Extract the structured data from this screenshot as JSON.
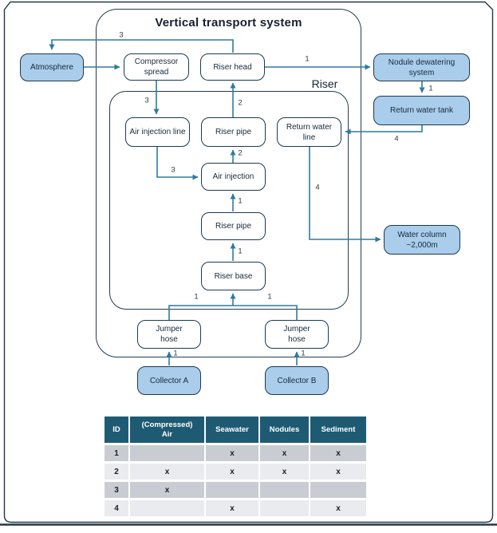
{
  "diagram": {
    "title": "Vertical transport system",
    "riser_label": "Riser",
    "nodes": {
      "atmosphere": "Atmosphere",
      "compressor_spread": "Compressor spread",
      "riser_head": "Riser head",
      "nodule_dewatering": "Nodule dewatering system",
      "return_water_tank": "Return water tank",
      "air_injection_line": "Air injection line",
      "riser_pipe_upper": "Riser pipe",
      "return_water_line": "Return water line",
      "air_injection": "Air injection",
      "riser_pipe_lower": "Riser pipe",
      "riser_base": "Riser base",
      "jumper_hose_a": "Jumper hose",
      "jumper_hose_b": "Jumper hose",
      "collector_a": "Collector A",
      "collector_b": "Collector B",
      "water_column": "Water column ~2,000m"
    },
    "edge_labels": {
      "riser_head_to_atmosphere": "3",
      "compressor_to_air_line": "3",
      "air_line_to_air_injection": "3",
      "riser_pipe_to_riser_head": "2",
      "air_injection_to_riser_pipe": "2",
      "riser_head_to_dewatering": "1",
      "dewatering_to_tank": "1",
      "tank_to_return_line": "4",
      "return_line_to_water_column": "4",
      "riser_pipe_lower_to_air_injection": "1",
      "riser_base_to_riser_pipe": "1",
      "jumper_a_to_riser_base": "1",
      "jumper_b_to_riser_base": "1",
      "collector_a_to_jumper": "1",
      "collector_b_to_jumper": "1"
    }
  },
  "table": {
    "headers": [
      "ID",
      "(Compressed) Air",
      "Seawater",
      "Nodules",
      "Sediment"
    ],
    "rows": [
      {
        "id": "1",
        "cells": [
          "",
          "x",
          "x",
          "x"
        ]
      },
      {
        "id": "2",
        "cells": [
          "x",
          "x",
          "x",
          "x"
        ]
      },
      {
        "id": "3",
        "cells": [
          "x",
          "",
          "",
          ""
        ]
      },
      {
        "id": "4",
        "cells": [
          "",
          "x",
          "",
          "x"
        ]
      }
    ]
  },
  "colors": {
    "node_fill_blue": "#a9cdeb",
    "node_border": "#1d3950",
    "arrow": "#2e7c9d",
    "table_header_bg": "#1e5b73",
    "row_dark": "#c9cdd3",
    "row_light": "#e9ebee",
    "frame_border": "#243746"
  }
}
